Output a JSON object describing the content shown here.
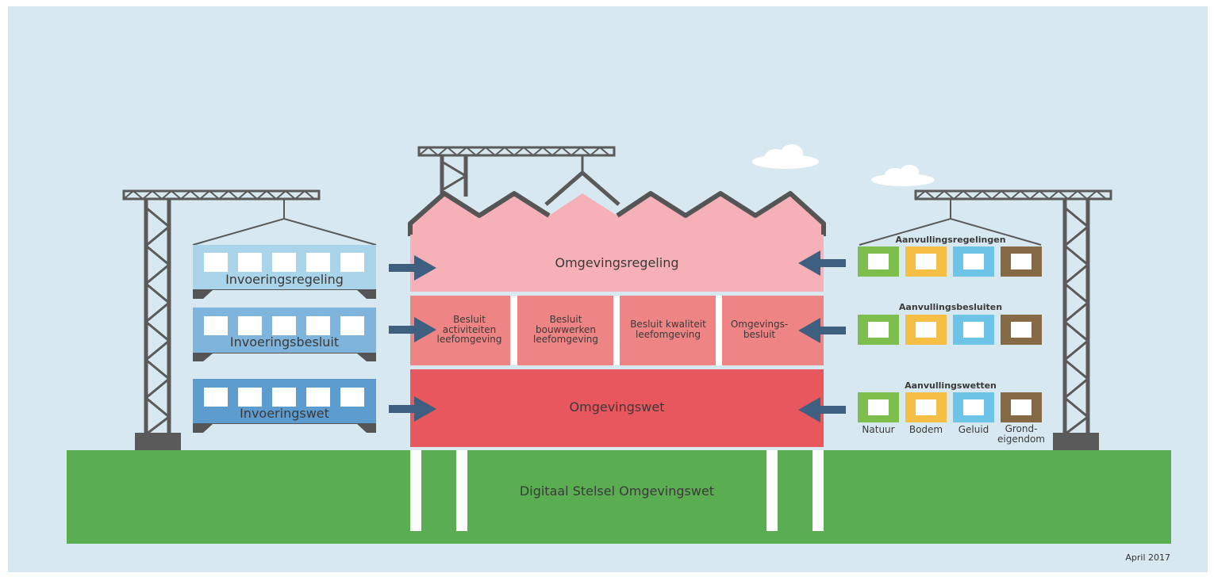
{
  "left_stack": [
    {
      "label": "Invoeringsregeling",
      "color": "#a9d4ea"
    },
    {
      "label": "Invoeringsbesluit",
      "color": "#7fb4dc"
    },
    {
      "label": "Invoeringswet",
      "color": "#5d9ccf"
    }
  ],
  "center": {
    "top_label": "Omgevingsregeling",
    "middle_cells": [
      "Besluit activiteiten leefomgeving",
      "Besluit bouwwerken leefomgeving",
      "Besluit kwaliteit leefomgeving",
      "Omgevings-besluit"
    ],
    "bottom_label": "Omgevingswet",
    "colors": {
      "top": "#f5b1b7",
      "middle": "#ee8484",
      "bottom": "#e8575e"
    }
  },
  "ground_label": "Digitaal Stelsel Omgevingswet",
  "right_groups": [
    {
      "title": "Aanvullingsregelingen"
    },
    {
      "title": "Aanvullingsbesluiten"
    },
    {
      "title": "Aanvullingswetten"
    }
  ],
  "right_categories": [
    {
      "name": "Natuur",
      "color": "#7dbe4c"
    },
    {
      "name": "Bodem",
      "color": "#f6be45"
    },
    {
      "name": "Geluid",
      "color": "#6ec4e6"
    },
    {
      "name": "Grond-eigendom",
      "color": "#866a45"
    }
  ],
  "footer": {
    "date": "April 2017"
  },
  "colors": {
    "sky": "#d8e8f0",
    "ground": "#5aad50",
    "crane": "#5a5a5a",
    "arrow": "#3f5f80"
  }
}
